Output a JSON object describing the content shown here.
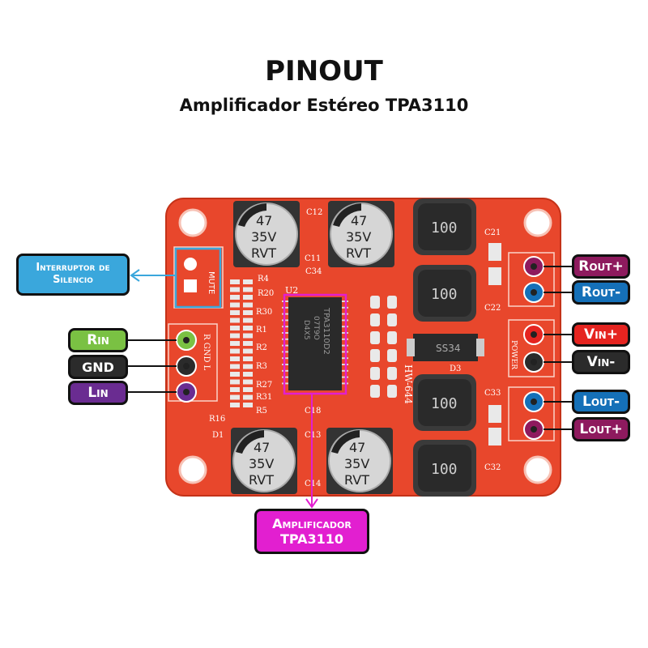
{
  "title": "PINOUT",
  "subtitle": "Amplificador Estéreo TPA3110",
  "board": {
    "capacitors": [
      {
        "value": "47",
        "voltage": "35V",
        "brand": "RVT"
      },
      {
        "value": "47",
        "voltage": "35V",
        "brand": "RVT"
      },
      {
        "value": "47",
        "voltage": "35V",
        "brand": "RVT"
      },
      {
        "value": "47",
        "voltage": "35V",
        "brand": "RVT"
      }
    ],
    "inductor_marking": "100",
    "chip_marking": [
      "TPA3110D2",
      "07T9O",
      "D4X5"
    ],
    "diode_marking": "SS34",
    "silkscreen": {
      "mute": "MUTE",
      "power": "POWER",
      "model": "HW-644",
      "input": "R GND L",
      "u2": "U2",
      "d3": "D3",
      "refs": [
        "C12",
        "C11",
        "C34",
        "C21",
        "C22",
        "C33",
        "C32",
        "C13",
        "C14",
        "C18",
        "R4",
        "R20",
        "R16",
        "D1",
        "R5",
        "R2",
        "R3",
        "R1",
        "R30",
        "R27",
        "R31"
      ]
    }
  },
  "labels": {
    "mute": {
      "line1": "Interruptor de",
      "line2": "Silencio",
      "color": "#3aa7dc"
    },
    "rin": {
      "text": "Rin",
      "color": "#7ac143"
    },
    "gnd": {
      "text": "GND",
      "color": "#2b2b2b"
    },
    "lin": {
      "text": "Lin",
      "color": "#6a2c91"
    },
    "rout_plus": {
      "text": "Rout+",
      "color": "#8e1a5e"
    },
    "rout_minus": {
      "text": "Rout-",
      "color": "#1570b8"
    },
    "vin_plus": {
      "text": "Vin+",
      "color": "#e52420"
    },
    "vin_minus": {
      "text": "Vin-",
      "color": "#2b2b2b"
    },
    "lout_minus": {
      "text": "Lout-",
      "color": "#1570b8"
    },
    "lout_plus": {
      "text": "Lout+",
      "color": "#8e1a5e"
    },
    "amp": {
      "line1": "Amplificador",
      "line2": "TPA3110",
      "color": "#e21fd0"
    }
  }
}
